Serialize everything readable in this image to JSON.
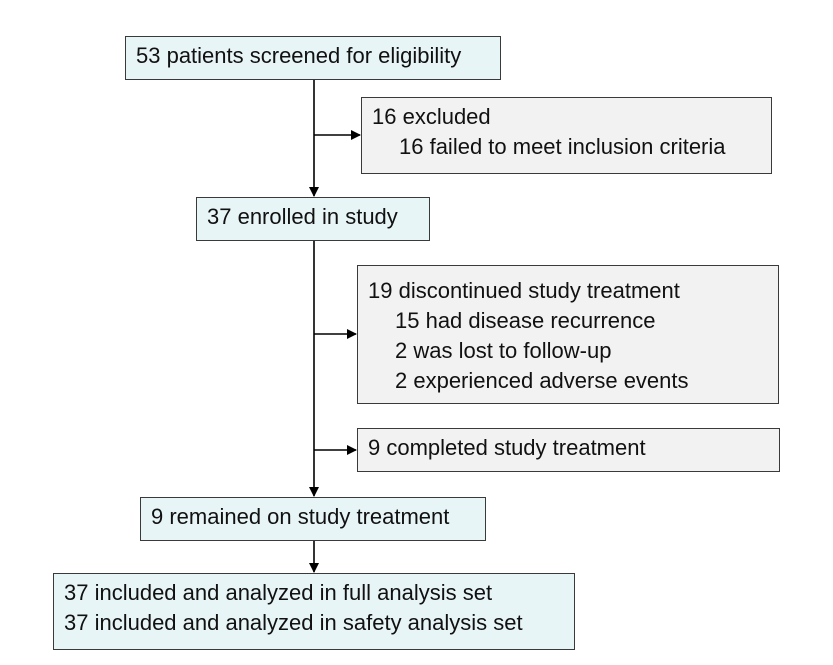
{
  "colors": {
    "main_box_fill": "#e8f5f6",
    "side_box_fill": "#f2f2f2",
    "border": "#3a3a3a",
    "arrow": "#000000"
  },
  "boxes": {
    "screened": {
      "line1": "53 patients screened for eligibility"
    },
    "excluded": {
      "line1": "16 excluded",
      "line2": "16 failed to meet inclusion criteria"
    },
    "enrolled": {
      "line1": "37 enrolled in study"
    },
    "discontinued": {
      "line1": "19 discontinued study treatment",
      "line2": "15 had disease recurrence",
      "line3": "2 was lost to follow-up",
      "line4": "2 experienced adverse events"
    },
    "completed": {
      "line1": "9 completed study treatment"
    },
    "remained": {
      "line1": "9 remained on study treatment"
    },
    "analysis": {
      "line1": "37 included and analyzed in full analysis set",
      "line2": "37 included and analyzed in safety analysis set"
    }
  }
}
